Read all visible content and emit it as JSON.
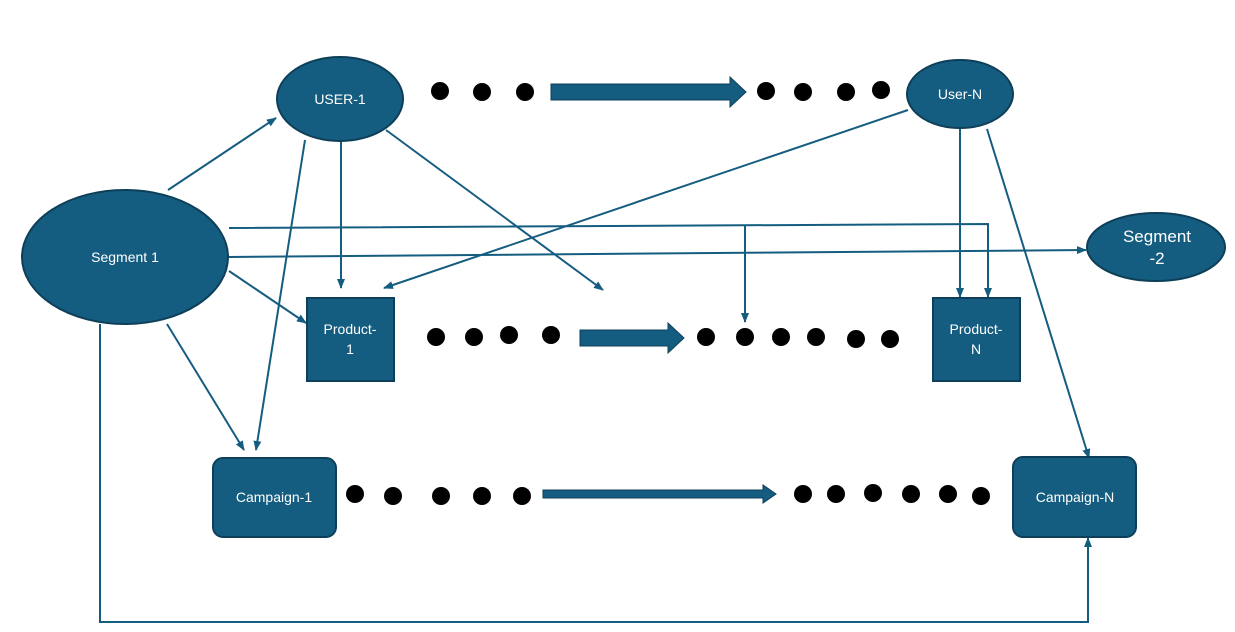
{
  "colors": {
    "node_fill": "#155D80",
    "node_stroke": "#0E3F58",
    "edge": "#155D80",
    "dot": "#000000",
    "text": "#FFFFFF"
  },
  "nodes": {
    "user_1": "USER-1",
    "user_n": "User-N",
    "segment_1": "Segment 1",
    "segment_2_line1": "Segment",
    "segment_2_line2": "-2",
    "product_1_line1": "Product-",
    "product_1_line2": "1",
    "product_n_line1": "Product-",
    "product_n_line2": "N",
    "campaign_1": "Campaign-1",
    "campaign_n": "Campaign-N"
  }
}
